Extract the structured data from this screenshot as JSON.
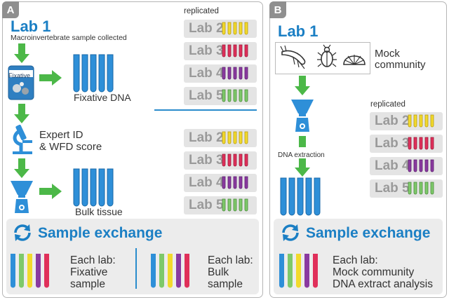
{
  "panel_a": {
    "tag": "A",
    "lab_title": "Lab 1",
    "sample_caption": "Macroinvertebrate sample collected",
    "fixative_label": "Fixative",
    "replicated_label": "replicated",
    "fixative_dna_label": "Fixative DNA",
    "expert_id_line1": "Expert ID",
    "expert_id_line2": "& WFD score",
    "bulk_tissue_label": "Bulk tissue",
    "labs_top": [
      "Lab 2",
      "Lab 3",
      "Lab 4",
      "Lab 5"
    ],
    "labs_bottom": [
      "Lab 2",
      "Lab 3",
      "Lab 4",
      "Lab 5"
    ],
    "exchange_title": "Sample exchange",
    "exchange_fixative": [
      "Each lab:",
      "Fixative",
      "sample"
    ],
    "exchange_bulk": [
      "Each lab:",
      "Bulk",
      "sample"
    ]
  },
  "panel_b": {
    "tag": "B",
    "lab_title": "Lab 1",
    "mock_community": [
      "Mock",
      "community"
    ],
    "dna_extraction_label": "DNA extraction",
    "replicated_label": "replicated",
    "labs": [
      "Lab 2",
      "Lab 3",
      "Lab 4",
      "Lab 5"
    ],
    "exchange_title": "Sample exchange",
    "exchange_text": [
      "Each lab:",
      "Mock community",
      "DNA extract analysis"
    ]
  },
  "colors": {
    "blue_title": "#1b7fc4",
    "arrow_green": "#4cb848",
    "tube_blue": "#2e8fd8",
    "lab2_yellow": "#f2da2c",
    "lab3_red": "#e0305a",
    "lab4_purple": "#8a3aa0",
    "lab5_green": "#7ec96a",
    "divider_blue": "#2a8ccc"
  }
}
